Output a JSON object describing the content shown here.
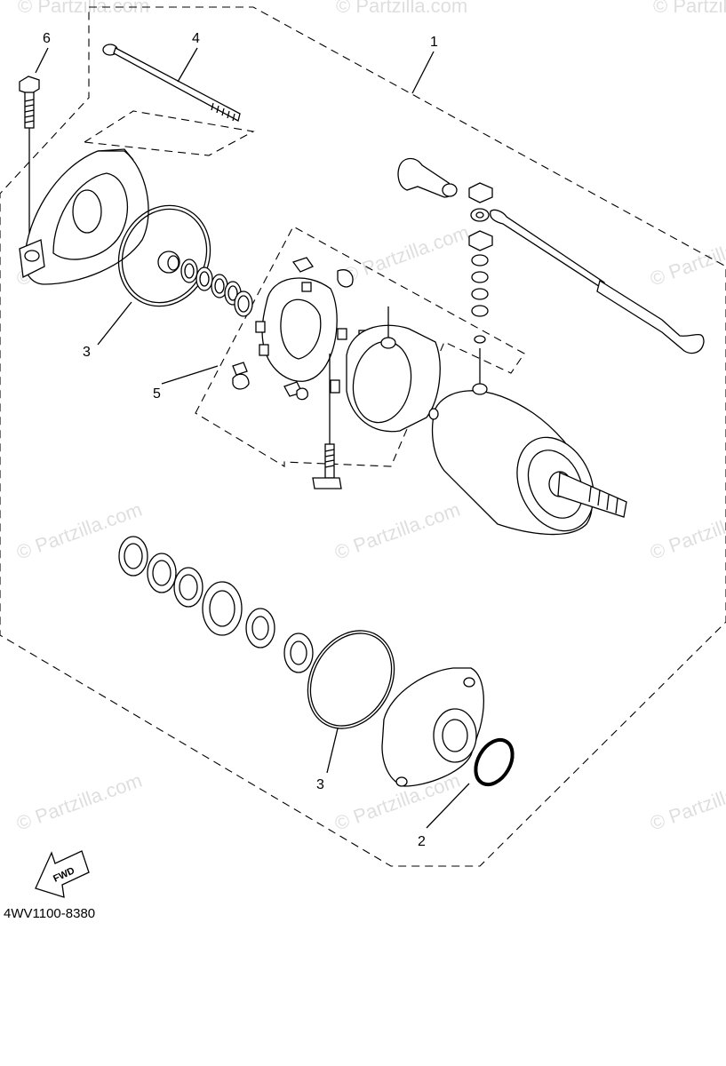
{
  "diagram": {
    "callouts": {
      "c1": "1",
      "c2": "2",
      "c3a": "3",
      "c3b": "3",
      "c4": "4",
      "c5": "5",
      "c6": "6"
    },
    "diagram_code": "4WV1100-8380",
    "fwd_label": "FWD",
    "watermark": "© Partzilla.com",
    "icons": [
      "fwd-arrow-icon"
    ]
  }
}
